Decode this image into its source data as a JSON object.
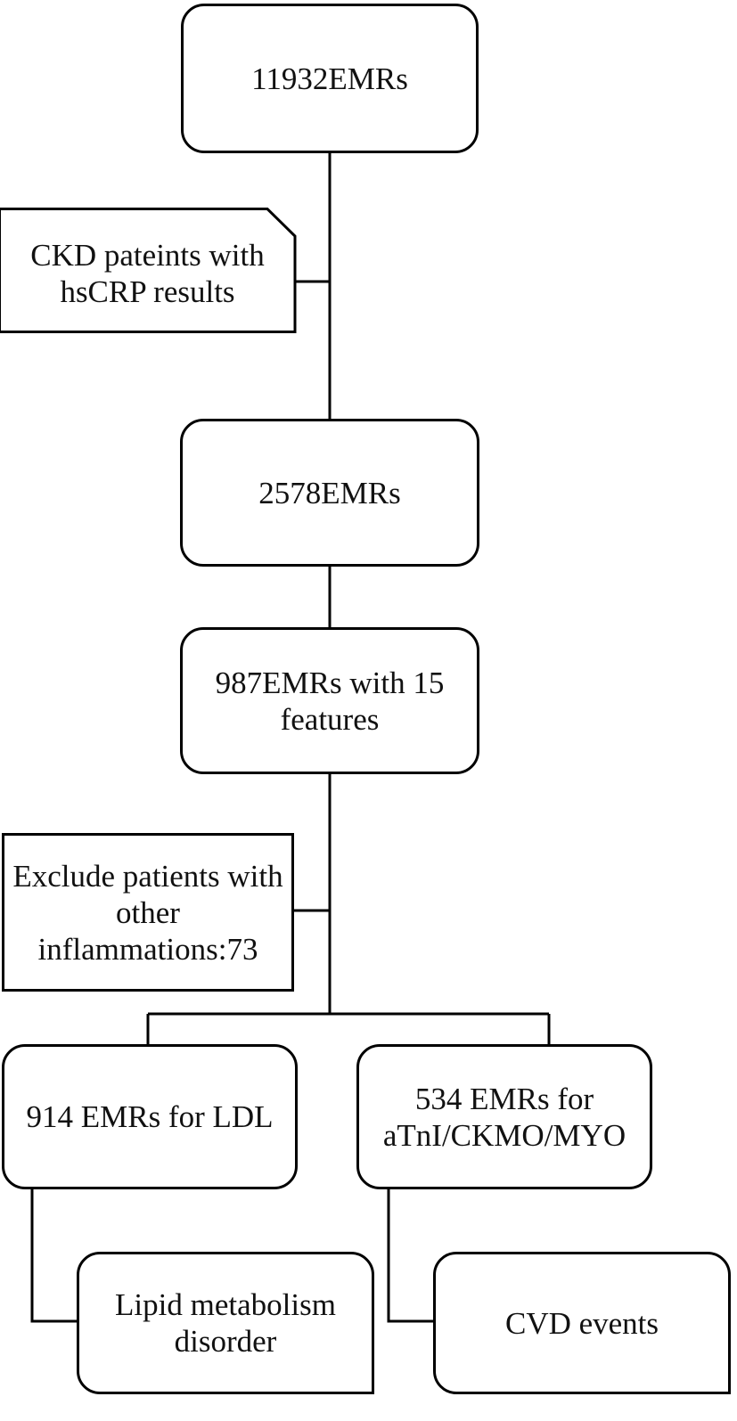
{
  "diagram": {
    "nodes": {
      "total": "11932EMRs",
      "filter_note": "CKD pateints with hsCRP results",
      "with_hscrp": "2578EMRs",
      "with_features": "987EMRs with 15 features",
      "exclusion_note": "Exclude patients with other inflammations:73",
      "ldl_branch": "914 EMRs for LDL",
      "cardiac_branch": "534 EMRs for aTnI/CKMO/MYO",
      "lipid_outcome": "Lipid metabolism disorder",
      "cvd_outcome": "CVD events"
    },
    "colors": {
      "line": "#000000",
      "fill": "#ffffff",
      "text": "#111111"
    }
  }
}
